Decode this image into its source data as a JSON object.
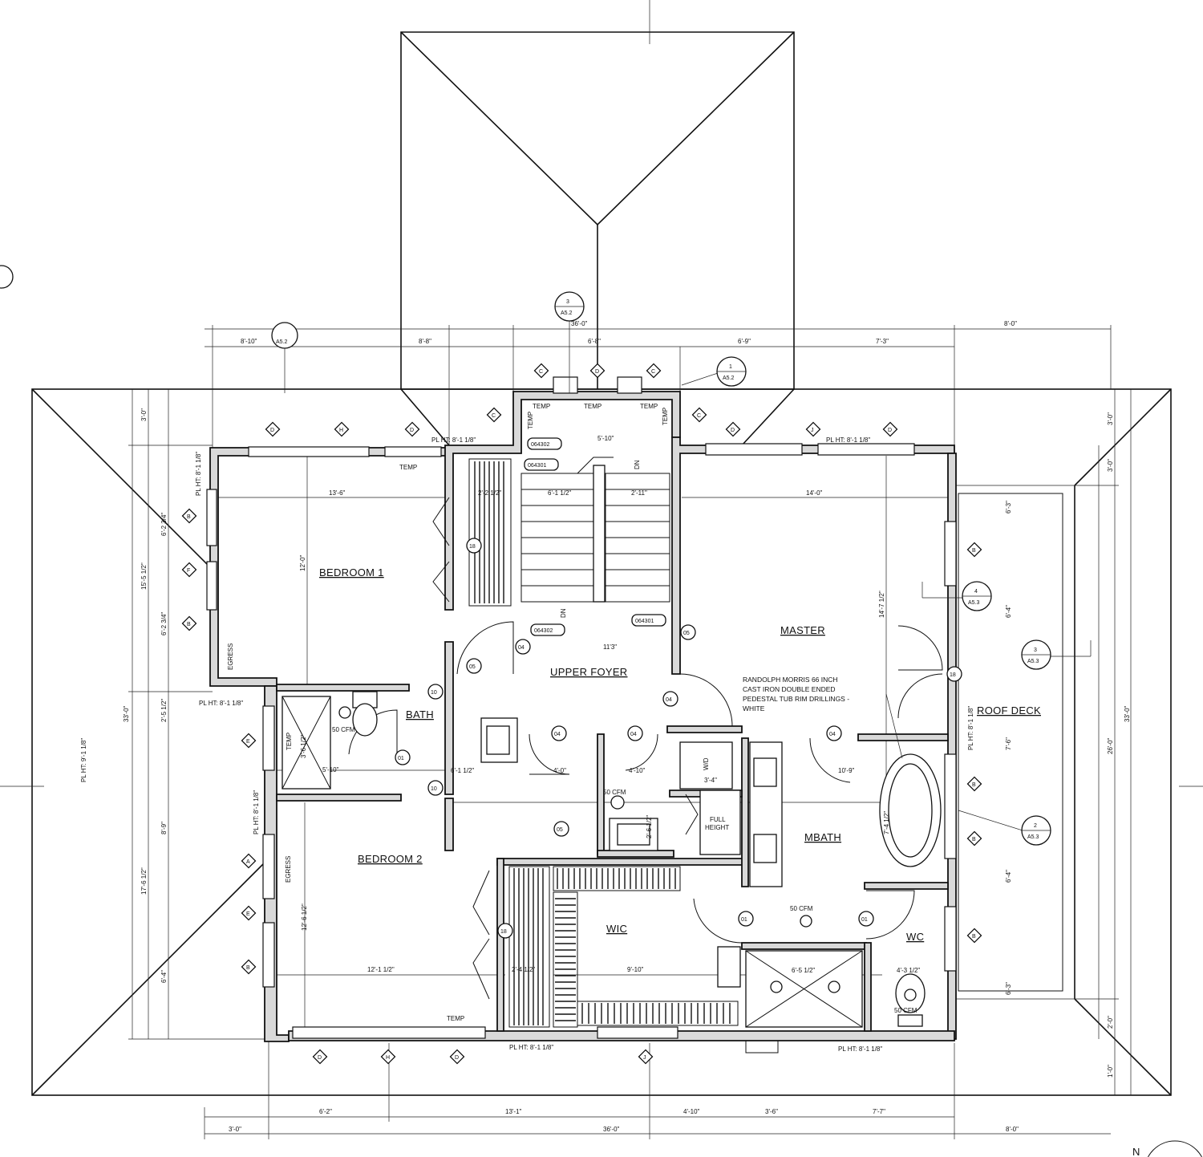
{
  "rooms": {
    "bedroom1": "BEDROOM 1",
    "bedroom2": "BEDROOM 2",
    "bath": "BATH",
    "upper_foyer": "UPPER FOYER",
    "master": "MASTER",
    "mbath": "MBATH",
    "wic": "WIC",
    "wc": "WC",
    "roof_deck": "ROOF DECK"
  },
  "notes": {
    "tub_line1": "RANDOLPH MORRIS 66 INCH",
    "tub_line2": "CAST IRON DOUBLE ENDED",
    "tub_line3": "PEDESTAL TUB RIM DRILLINGS -",
    "tub_line4": "WHITE",
    "full_height_1": "FULL",
    "full_height_2": "HEIGHT",
    "egress": "EGRESS",
    "temp": "TEMP",
    "dn": "DN",
    "wd": "W/D",
    "cfm": "50 CFM"
  },
  "plate_heights": {
    "ph": "PL HT: 8'-1 1/8\"",
    "ph_left_vertical": "PL HT: 9'-1 1/8\""
  },
  "dims_top": {
    "overall": "36'-0\"",
    "overhang_right": "8'-0\"",
    "seg1": "8'-10\"",
    "seg2": "8'-8\"",
    "seg3": "6'-8\"",
    "seg4": "6'-9\"",
    "seg5": "7'-3\""
  },
  "dims_bottom": {
    "seg1": "6'-2\"",
    "seg2": "13'-1\"",
    "seg3": "4'-10\"",
    "seg4": "3'-6\"",
    "seg5": "7'-7\"",
    "overhang_left": "3'-0\"",
    "overall": "36'-0\"",
    "overhang_right": "8'-0\""
  },
  "dims_left": {
    "overall": "33'-0\"",
    "upper": "15'-5 1/2\"",
    "lower": "17'-6 1/2\"",
    "a": "3'-0\"",
    "b": "6'-2 3/4\"",
    "c": "6'-2 3/4\"",
    "d": "2'-5 1/2\"",
    "e": "8'-9\"",
    "f": "6'-4\""
  },
  "dims_right": {
    "overall": "33'-0\"",
    "inner": "26'-0\"",
    "a": "3'-0\"",
    "b": "3'-0\"",
    "c": "6'-3\"",
    "d": "6'-4\"",
    "e": "7'-6\"",
    "f": "6'-4\"",
    "g": "6'-3\"",
    "h": "2'-0\"",
    "i": "1'-0\""
  },
  "dims_interior": {
    "bed1_w": "13'-6\"",
    "bed1_h": "12'-0\"",
    "closet1": "2'-2 1/2\"",
    "stair_w": "6'-1 1/2\"",
    "stair_w2": "2'-11\"",
    "foyer_w": "5'-10\"",
    "master_w": "14'-0\"",
    "master_h": "14'-7 1/2\"",
    "bath_w": "5'-10\"",
    "bath_shower": "3'-6 1/2\"",
    "hall_1": "6'-1 1/2\"",
    "hall_2": "4'-0\"",
    "hall_3": "4'-10\"",
    "bed2_w": "12'-1 1/2\"",
    "bed2_h": "12'-6 1/2\"",
    "wic_w": "9'-10\"",
    "closet2": "2'-4 1/2\"",
    "mbath_w": "10'-9\"",
    "shower_w": "6'-5 1/2\"",
    "wc_w": "4'-3 1/2\"",
    "wd": "3'-4\"",
    "foyer_h": "2'-6 1/2\"",
    "tub": "7'-4 1/2\"",
    "ceil": "11'3\""
  },
  "tags": {
    "sect1_num": "1",
    "sect2_num": "2",
    "sect3_num": "3",
    "sect4_num": "4",
    "sect_sheet": "A5.2",
    "sect_sheet2": "A5.3",
    "door_d1": "01",
    "door_d4": "04",
    "door_d5": "05",
    "door_d10": "10",
    "door_d18": "18",
    "win_a": "A",
    "win_b": "B",
    "win_c": "C",
    "win_d": "D",
    "win_e": "E",
    "win_f": "F",
    "win_h": "H",
    "win_j": "J",
    "lbl_064302": "064302",
    "lbl_064301": "064301"
  },
  "north": "N"
}
